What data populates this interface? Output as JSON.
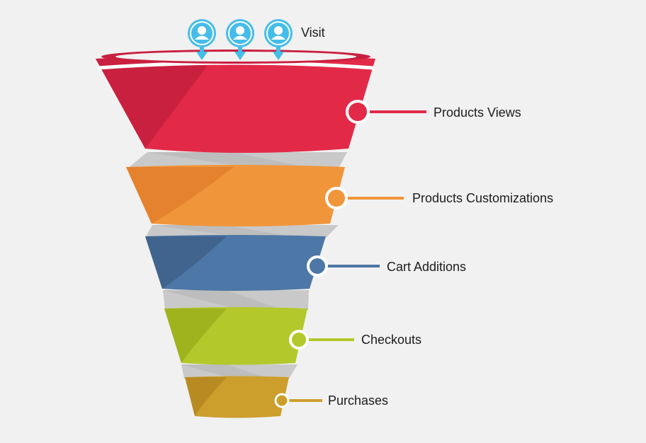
{
  "visit": {
    "label": "Visit",
    "icons": [
      "user-icon",
      "user-icon",
      "user-icon"
    ],
    "icon_color": "#45bde9"
  },
  "stages": [
    {
      "key": "products-views",
      "label": "Products Views",
      "color": "#e22a48",
      "shade": "#c9203f"
    },
    {
      "key": "products-customizations",
      "label": "Products Customizations",
      "color": "#f1953a",
      "shade": "#e5822d"
    },
    {
      "key": "cart-additions",
      "label": "Cart Additions",
      "color": "#4d77a6",
      "shade": "#40648d"
    },
    {
      "key": "checkouts",
      "label": "Checkouts",
      "color": "#b3c82a",
      "shade": "#9fb31f"
    },
    {
      "key": "purchases",
      "label": "Purchases",
      "color": "#cc9e2c",
      "shade": "#b88b22"
    }
  ],
  "connector_color": "#c8c8c8"
}
